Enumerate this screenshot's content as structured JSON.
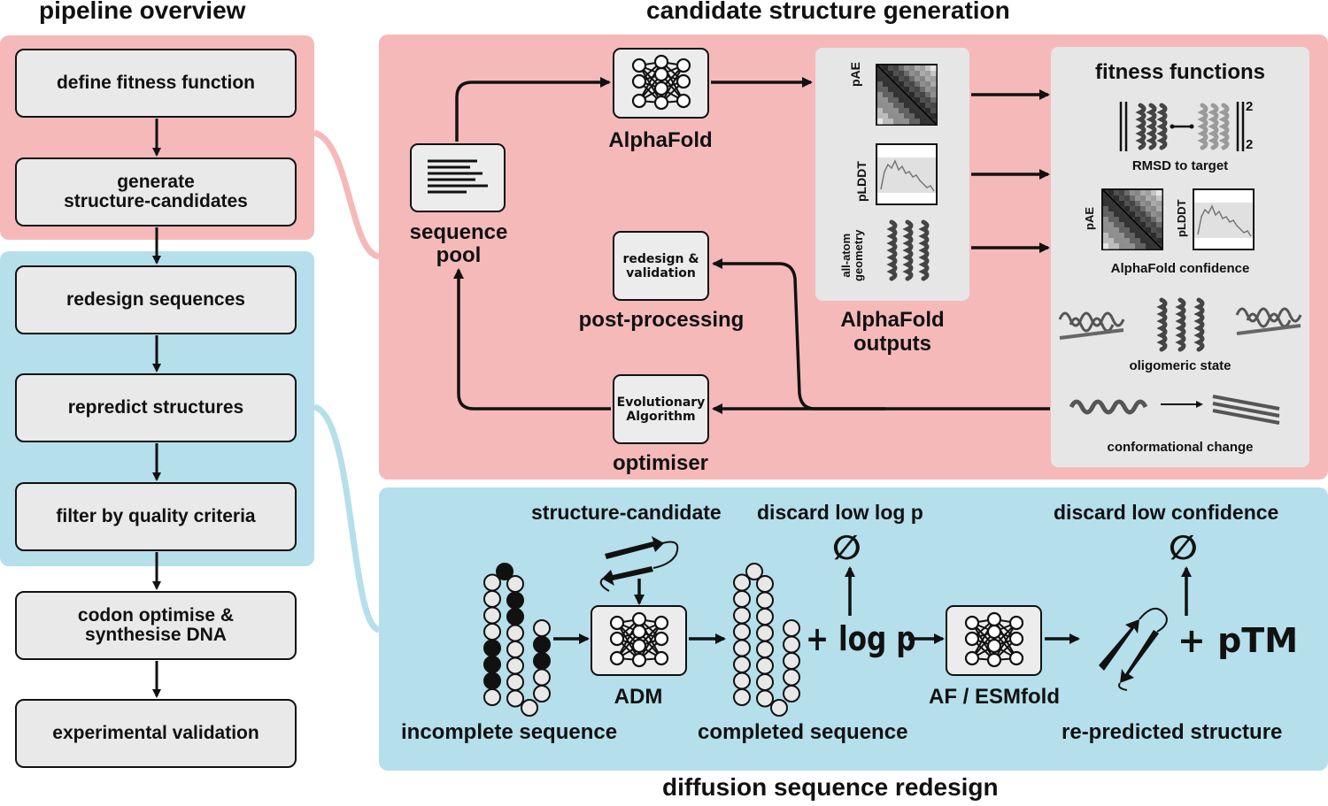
{
  "titles": {
    "pipeline": "pipeline overview",
    "generation": "candidate structure generation",
    "diffusion": "diffusion sequence redesign"
  },
  "pipeline_steps": [
    "define fitness function",
    "generate\nstructure-candidates",
    "redesign sequences",
    "repredict structures",
    "filter by quality criteria",
    "codon optimise &\nsynthesise DNA",
    "experimental validation"
  ],
  "generation": {
    "sequence_pool": "sequence\npool",
    "alphafold": "AlphaFold",
    "post_processing_box": "redesign &\nvalidation",
    "post_processing": "post-processing",
    "optimiser_box": "Evolutionary\nAlgorithm",
    "optimiser": "optimiser",
    "outputs_label": "AlphaFold\noutputs",
    "outputs": {
      "pae": "pAE",
      "plddt": "pLDDT",
      "geometry": "all-atom\ngeometry"
    },
    "fitness": {
      "title": "fitness functions",
      "rmsd": "RMSD to target",
      "norm_sub": "2",
      "norm_sup": "2",
      "pae": "pAE",
      "plddt": "pLDDT",
      "confidence": "AlphaFold confidence",
      "oligomeric": "oligomeric state",
      "conformational": "conformational change"
    }
  },
  "diffusion": {
    "structure_candidate": "structure-candidate",
    "discard_logp": "discard low log p",
    "discard_confidence": "discard low confidence",
    "adm": "ADM",
    "logp": "+ log p",
    "af_esm": "AF / ESMfold",
    "ptm": "+ pTM",
    "empty_set": "∅",
    "incomplete": "incomplete sequence",
    "completed": "completed sequence",
    "repredicted": "re-predicted structure"
  },
  "colors": {
    "pink": "#f5b9ba",
    "blue": "#b4dfeb",
    "box_gray": "#e9e9e9",
    "panel_gray": "#e5e5e5",
    "stroke": "#111111"
  },
  "icons": [
    "neural-network-icon",
    "sequence-lines-icon",
    "heatmap-icon",
    "line-plot-icon",
    "protein-helix-icon",
    "beta-strand-icon",
    "empty-set-icon",
    "bead-chain-icon"
  ]
}
